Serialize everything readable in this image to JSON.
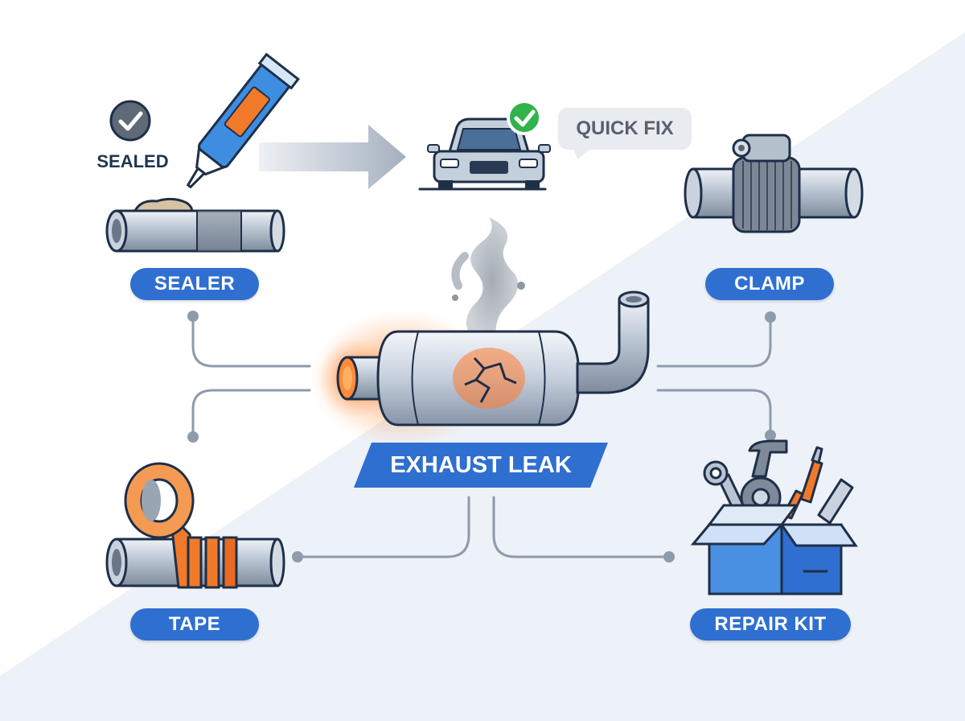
{
  "center": {
    "label": "EXHAUST LEAK"
  },
  "nodes": {
    "sealer": "SEALER",
    "clamp": "CLAMP",
    "tape": "TAPE",
    "repair_kit": "REPAIR KIT"
  },
  "badges": {
    "sealed": "SEALED",
    "quick_fix": "QUICK FIX"
  },
  "colors": {
    "accent_blue": "#2f6fd0",
    "orange": "#f07a2a",
    "pipe_gray": "#a7b4c4",
    "outline_navy": "#1e2f48",
    "check_green": "#2fb34a",
    "connector_gray": "#8e9bab"
  },
  "icons": [
    "check-icon",
    "sealant-tube-icon",
    "arrow-right-icon",
    "car-icon",
    "pipe-clamp-icon",
    "muffler-icon",
    "smoke-icon",
    "tape-roll-icon",
    "toolbox-icon"
  ]
}
